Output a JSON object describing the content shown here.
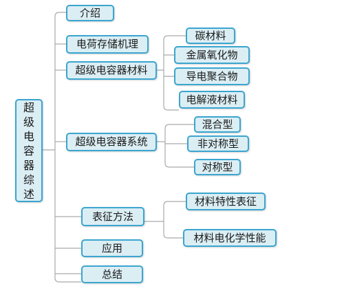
{
  "root": {
    "label": "超级电容器综述"
  },
  "sections": {
    "intro": "介绍",
    "mechanism": "电荷存储机理",
    "materials": "超级电容器材料",
    "systems": "超级电容器系统",
    "characterization": "表征方法",
    "application": "应用",
    "summary": "总结"
  },
  "materials": {
    "carbon": "碳材料",
    "metal_oxide": "金属氧化物",
    "conductive_polymer": "导电聚合物",
    "electrolyte": "电解液材料"
  },
  "systems": {
    "hybrid": "混合型",
    "asymmetric": "非对称型",
    "symmetric": "对称型"
  },
  "characterization": {
    "property": "材料特性表征",
    "electrochemical": "材料电化学性能"
  }
}
